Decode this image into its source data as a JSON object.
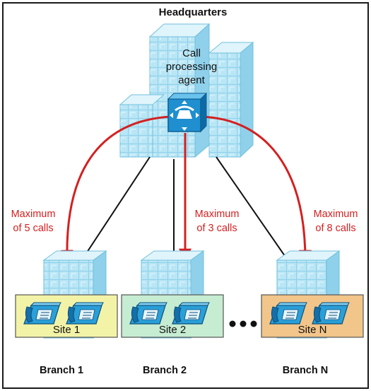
{
  "headquarters": {
    "title": "Headquarters",
    "agent_label_lines": [
      "Call",
      "processing",
      "agent"
    ],
    "agent_icon": "call-processing-agent-icon"
  },
  "links": [
    {
      "limit_lines": [
        "Maximum",
        "of 5 calls"
      ]
    },
    {
      "limit_lines": [
        "Maximum",
        "of 3 calls"
      ]
    },
    {
      "limit_lines": [
        "Maximum",
        "of 8 calls"
      ]
    }
  ],
  "branches": [
    {
      "site": "Site 1",
      "branch": "Branch 1",
      "site_color": "#f3f3a8"
    },
    {
      "site": "Site 2",
      "branch": "Branch 2",
      "site_color": "#c6ecd2"
    },
    {
      "site": "Site N",
      "branch": "Branch N",
      "site_color": "#f2c58a"
    }
  ],
  "ellipsis_icon": "ellipsis-icon",
  "colors": {
    "building_fill": "#b9e6f5",
    "building_stroke": "#6fc0de",
    "arrow_red": "#d42020",
    "phone_blue": "#2a9fd8"
  }
}
